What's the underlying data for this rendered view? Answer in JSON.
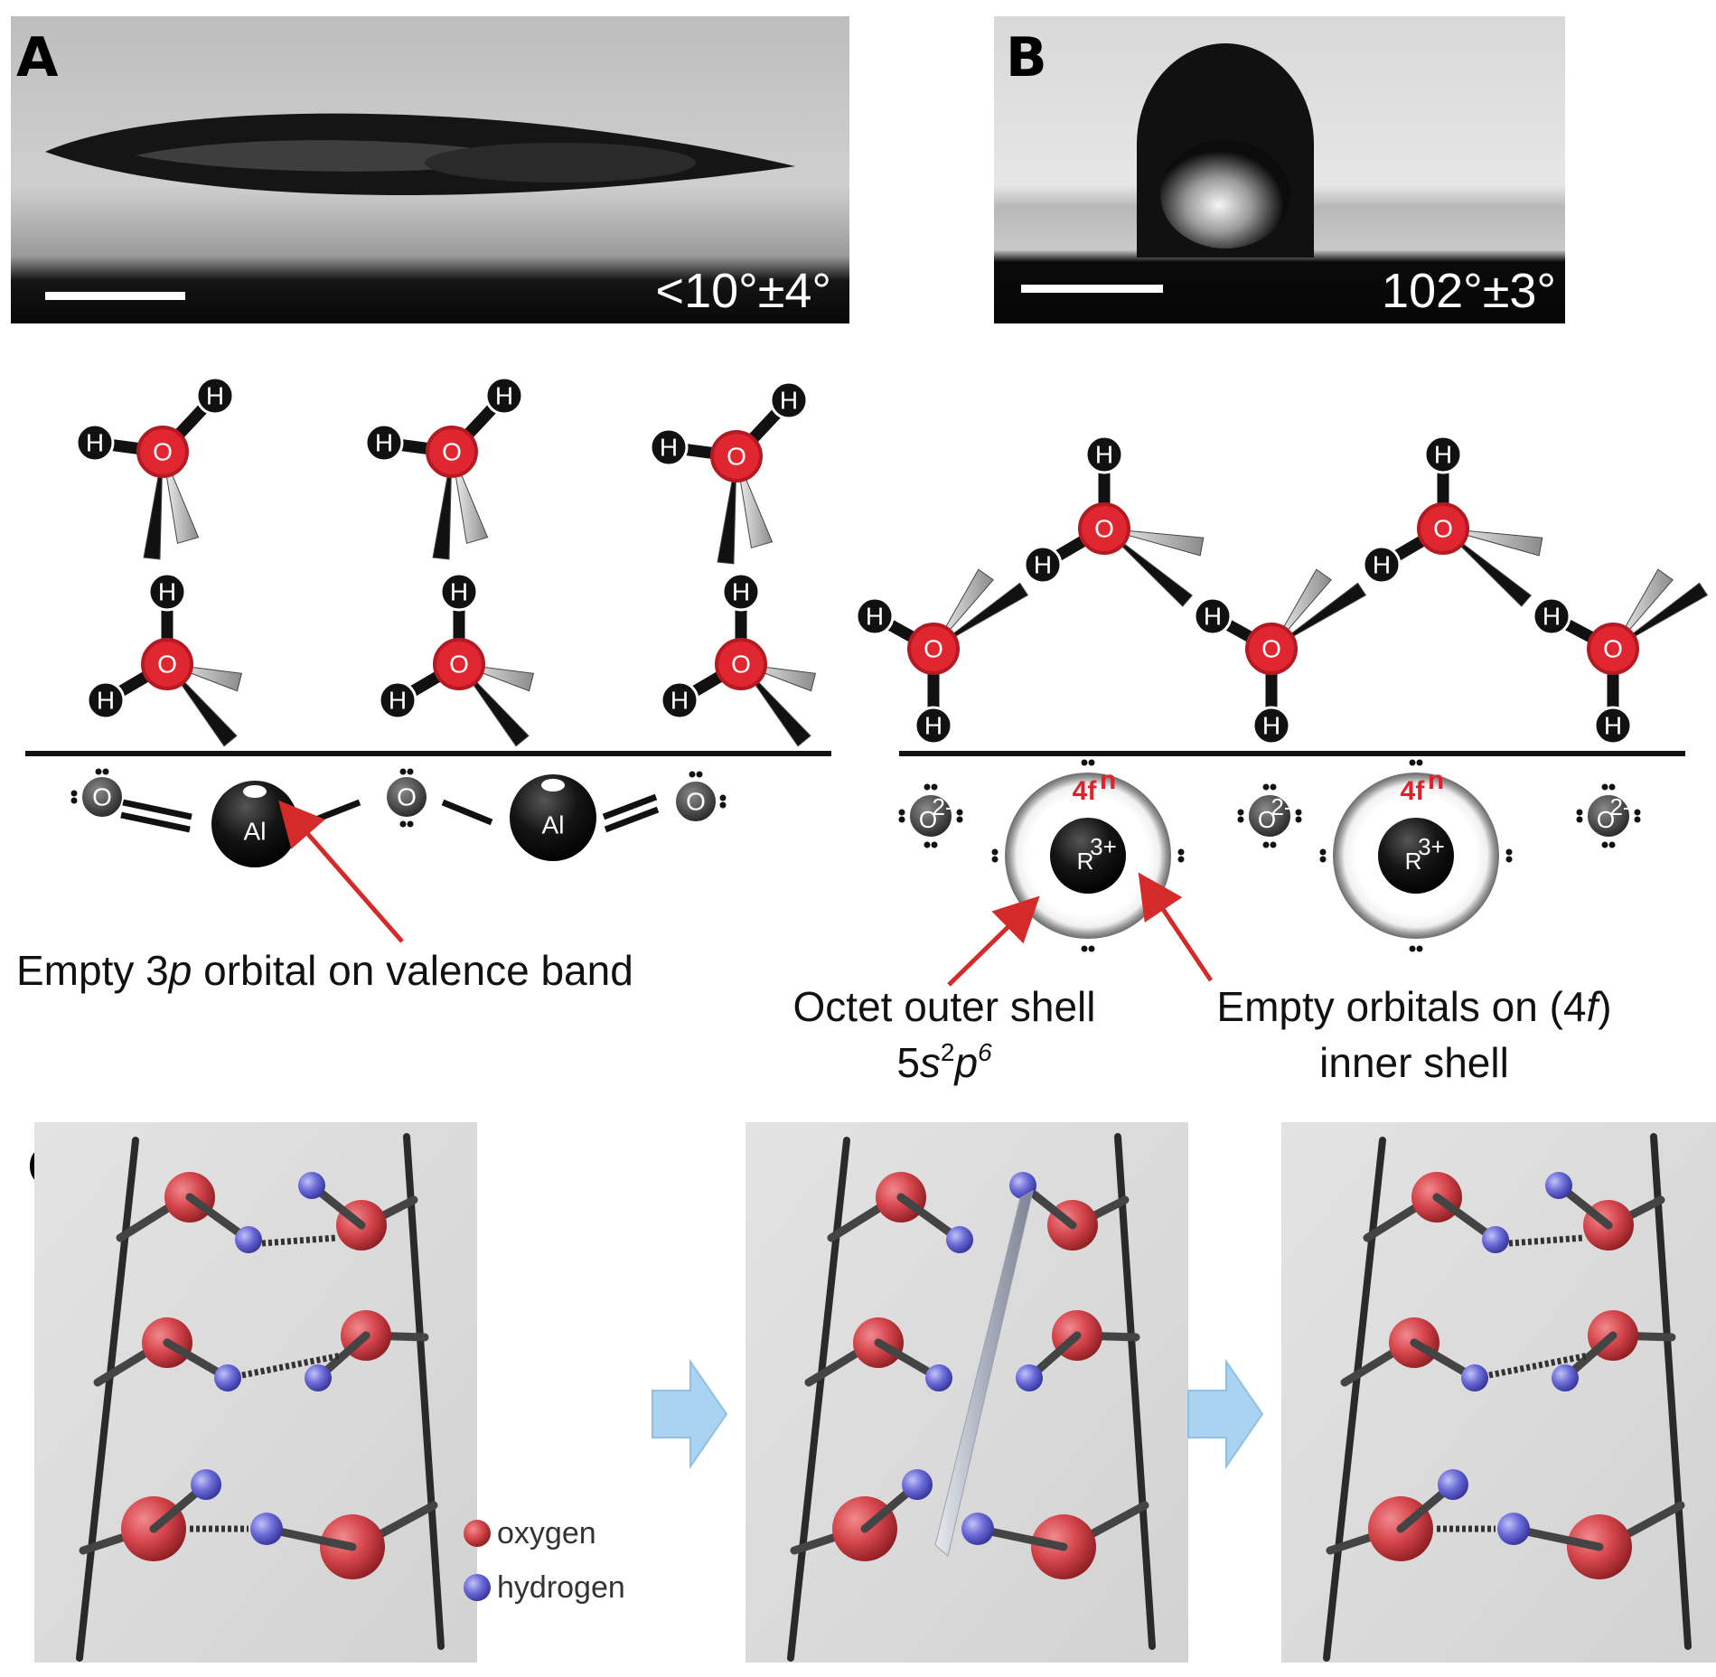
{
  "panels": {
    "a": {
      "letter": "A",
      "contact_angle": "<10°±4°"
    },
    "b": {
      "letter": "B",
      "contact_angle": "102°±3°"
    },
    "c": {
      "letter": "C"
    }
  },
  "atoms": {
    "oxygen": "O",
    "hydrogen": "H",
    "aluminum": "Al",
    "oxide_ion": "O",
    "oxide_charge": "2-",
    "rare_earth": "R",
    "rare_earth_charge": "3+",
    "f_shell": "4f",
    "f_shell_sup": "n"
  },
  "annotations": {
    "al_orbital": {
      "pre": "Empty 3",
      "em": "p",
      "post": " orbital on valence band"
    },
    "octet_shell": {
      "line1": "Octet outer shell",
      "line2_a": "5",
      "line2_b": "s",
      "line2_sup1": "2",
      "line2_c": "p",
      "line2_sup2": "6"
    },
    "inner_shell": {
      "line1_pre": "Empty orbitals on (4",
      "line1_em": "f",
      "line1_post": ")",
      "line2": "inner shell"
    }
  },
  "legend": {
    "oxygen": "oxygen",
    "hydrogen": "hydrogen"
  },
  "colors": {
    "oxygen_red": "#e02630",
    "hydrogen_black": "#111111",
    "ball_red": "#d6474d",
    "ball_blue": "#6b6bd8",
    "arrow_blue": "#a9d3f0",
    "arrow_red": "#d42a2a"
  }
}
